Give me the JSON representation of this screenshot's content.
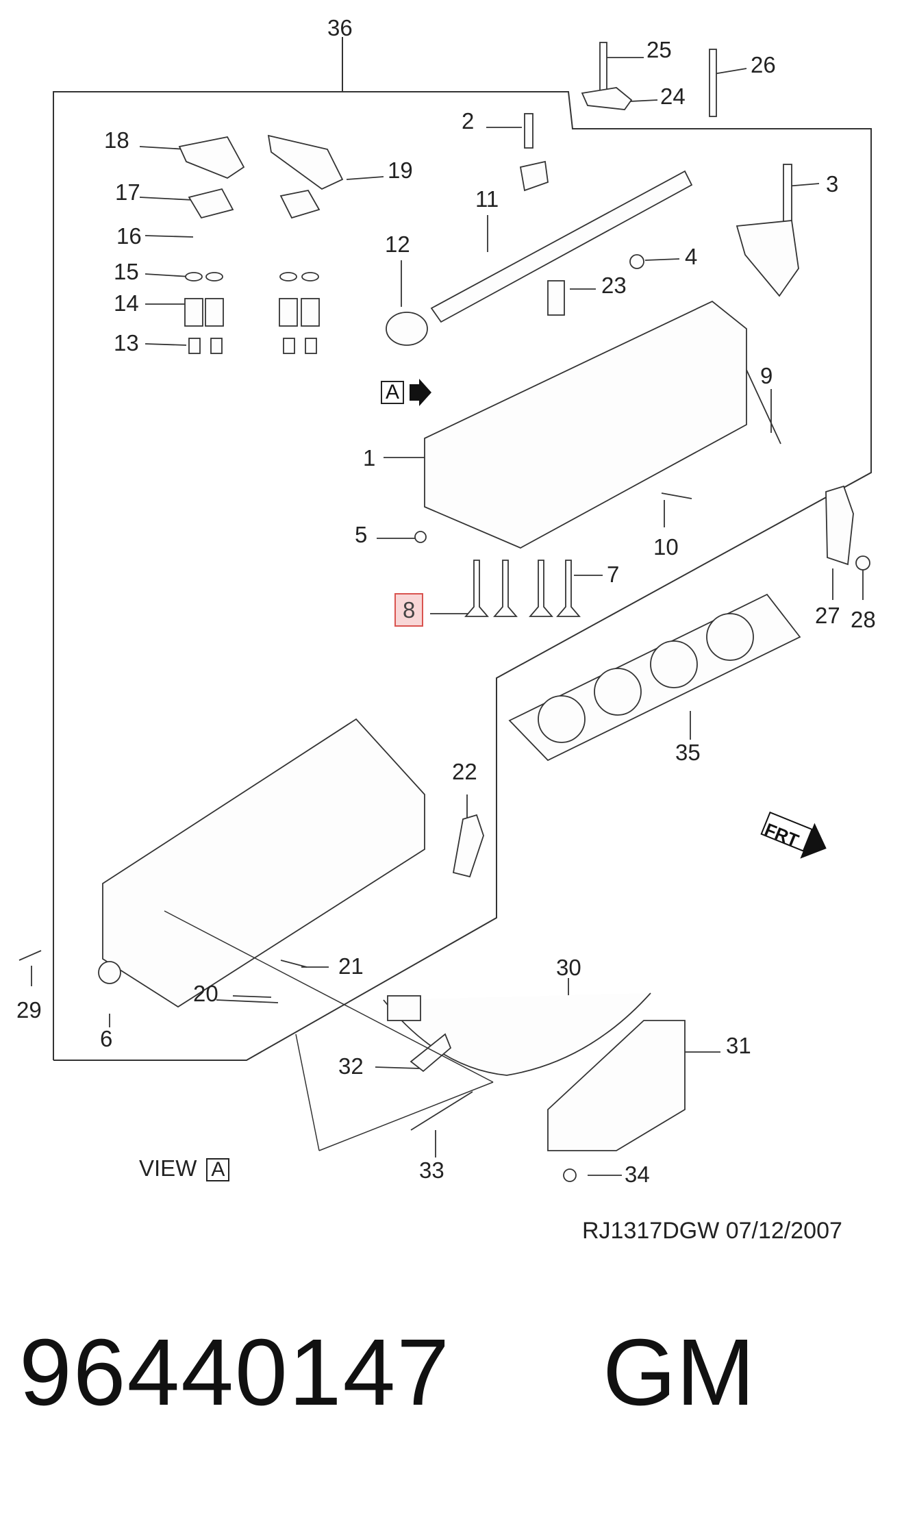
{
  "diagram": {
    "callouts": [
      {
        "id": "c36",
        "text": "36"
      },
      {
        "id": "c25",
        "text": "25"
      },
      {
        "id": "c26",
        "text": "26"
      },
      {
        "id": "c24",
        "text": "24"
      },
      {
        "id": "c2",
        "text": "2"
      },
      {
        "id": "c18",
        "text": "18"
      },
      {
        "id": "c19",
        "text": "19"
      },
      {
        "id": "c17",
        "text": "17"
      },
      {
        "id": "c11",
        "text": "11"
      },
      {
        "id": "c3",
        "text": "3"
      },
      {
        "id": "c16",
        "text": "16"
      },
      {
        "id": "c12",
        "text": "12"
      },
      {
        "id": "c4",
        "text": "4"
      },
      {
        "id": "c15",
        "text": "15"
      },
      {
        "id": "c23",
        "text": "23"
      },
      {
        "id": "c14",
        "text": "14"
      },
      {
        "id": "c13",
        "text": "13"
      },
      {
        "id": "c9",
        "text": "9"
      },
      {
        "id": "c1",
        "text": "1"
      },
      {
        "id": "c5",
        "text": "5"
      },
      {
        "id": "c10",
        "text": "10"
      },
      {
        "id": "c7",
        "text": "7"
      },
      {
        "id": "c8",
        "text": "8"
      },
      {
        "id": "c27",
        "text": "27"
      },
      {
        "id": "c28",
        "text": "28"
      },
      {
        "id": "c35",
        "text": "35"
      },
      {
        "id": "c22",
        "text": "22"
      },
      {
        "id": "c21",
        "text": "21"
      },
      {
        "id": "c29",
        "text": "29"
      },
      {
        "id": "c20",
        "text": "20"
      },
      {
        "id": "c6",
        "text": "6"
      },
      {
        "id": "c30",
        "text": "30"
      },
      {
        "id": "c31",
        "text": "31"
      },
      {
        "id": "c32",
        "text": "32"
      },
      {
        "id": "c33",
        "text": "33"
      },
      {
        "id": "c34",
        "text": "34"
      }
    ],
    "highlighted_part": "8",
    "view_label": "VIEW",
    "view_marker": "A",
    "arrow_marker": "A",
    "frt_label": "FRT",
    "reference": "RJ1317DGW  07/12/2007"
  },
  "footer": {
    "part_number": "96440147",
    "brand": "GM"
  }
}
